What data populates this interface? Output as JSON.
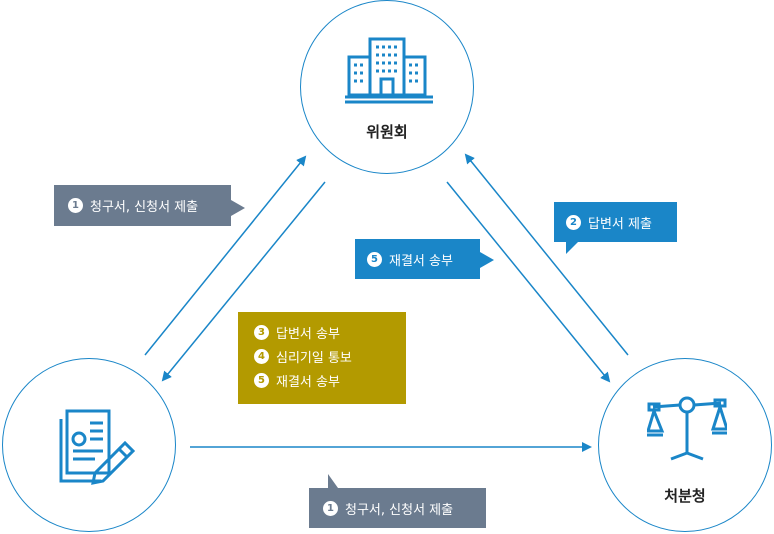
{
  "nodes": {
    "committee": {
      "label": "위원회",
      "icon": "building-icon"
    },
    "applicant": {
      "label": "",
      "icon": "document-pen-icon"
    },
    "agency": {
      "label": "처분청",
      "icon": "scales-icon"
    }
  },
  "callouts": {
    "claim_to_committee": {
      "color": "#6b7b8f",
      "items": [
        {
          "num": "1",
          "text": "청구서, 신청서 제출"
        }
      ]
    },
    "answer_to_committee": {
      "color": "#1a86c8",
      "items": [
        {
          "num": "2",
          "text": "답변서 제출"
        }
      ]
    },
    "decision_to_agency": {
      "color": "#1a86c8",
      "items": [
        {
          "num": "5",
          "text": "재결서 송부"
        }
      ]
    },
    "committee_to_applicant": {
      "color": "#b39a00",
      "items": [
        {
          "num": "3",
          "text": "답변서 송부"
        },
        {
          "num": "4",
          "text": "심리기일 통보"
        },
        {
          "num": "5",
          "text": "재결서 송부"
        }
      ]
    },
    "claim_to_agency": {
      "color": "#6b7b8f",
      "items": [
        {
          "num": "1",
          "text": "청구서, 신청서 제출"
        }
      ]
    }
  },
  "colors": {
    "accent": "#1a86c8",
    "gray": "#6b7b8f",
    "gold": "#b39a00"
  }
}
